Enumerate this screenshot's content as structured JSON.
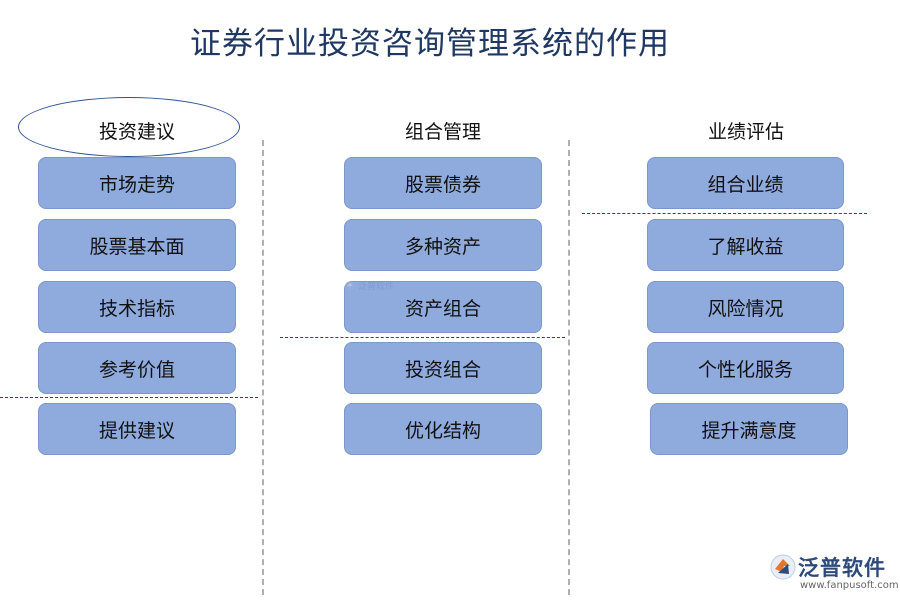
{
  "title": "证券行业投资咨询管理系统的作用",
  "columns": [
    {
      "header": "投资建议",
      "items": [
        "市场走势",
        "股票基本面",
        "技术指标",
        "参考价值",
        "提供建议"
      ]
    },
    {
      "header": "组合管理",
      "items": [
        "股票债券",
        "多种资产",
        "资产组合",
        "投资组合",
        "优化结构"
      ]
    },
    {
      "header": "业绩评估",
      "items": [
        "组合业绩",
        "了解收益",
        "风险情况",
        "个性化服务",
        "提升满意度"
      ]
    }
  ],
  "logo": {
    "name": "泛普软件",
    "url": "www.fanpusoft.com",
    "icon": "fanpu-logo-icon"
  },
  "watermark": {
    "text": "泛普软件"
  },
  "colors": {
    "box_fill": "#8faadc",
    "title": "#1f3763",
    "ellipse_border": "#2f5597",
    "divider": "#1f4e5f"
  }
}
